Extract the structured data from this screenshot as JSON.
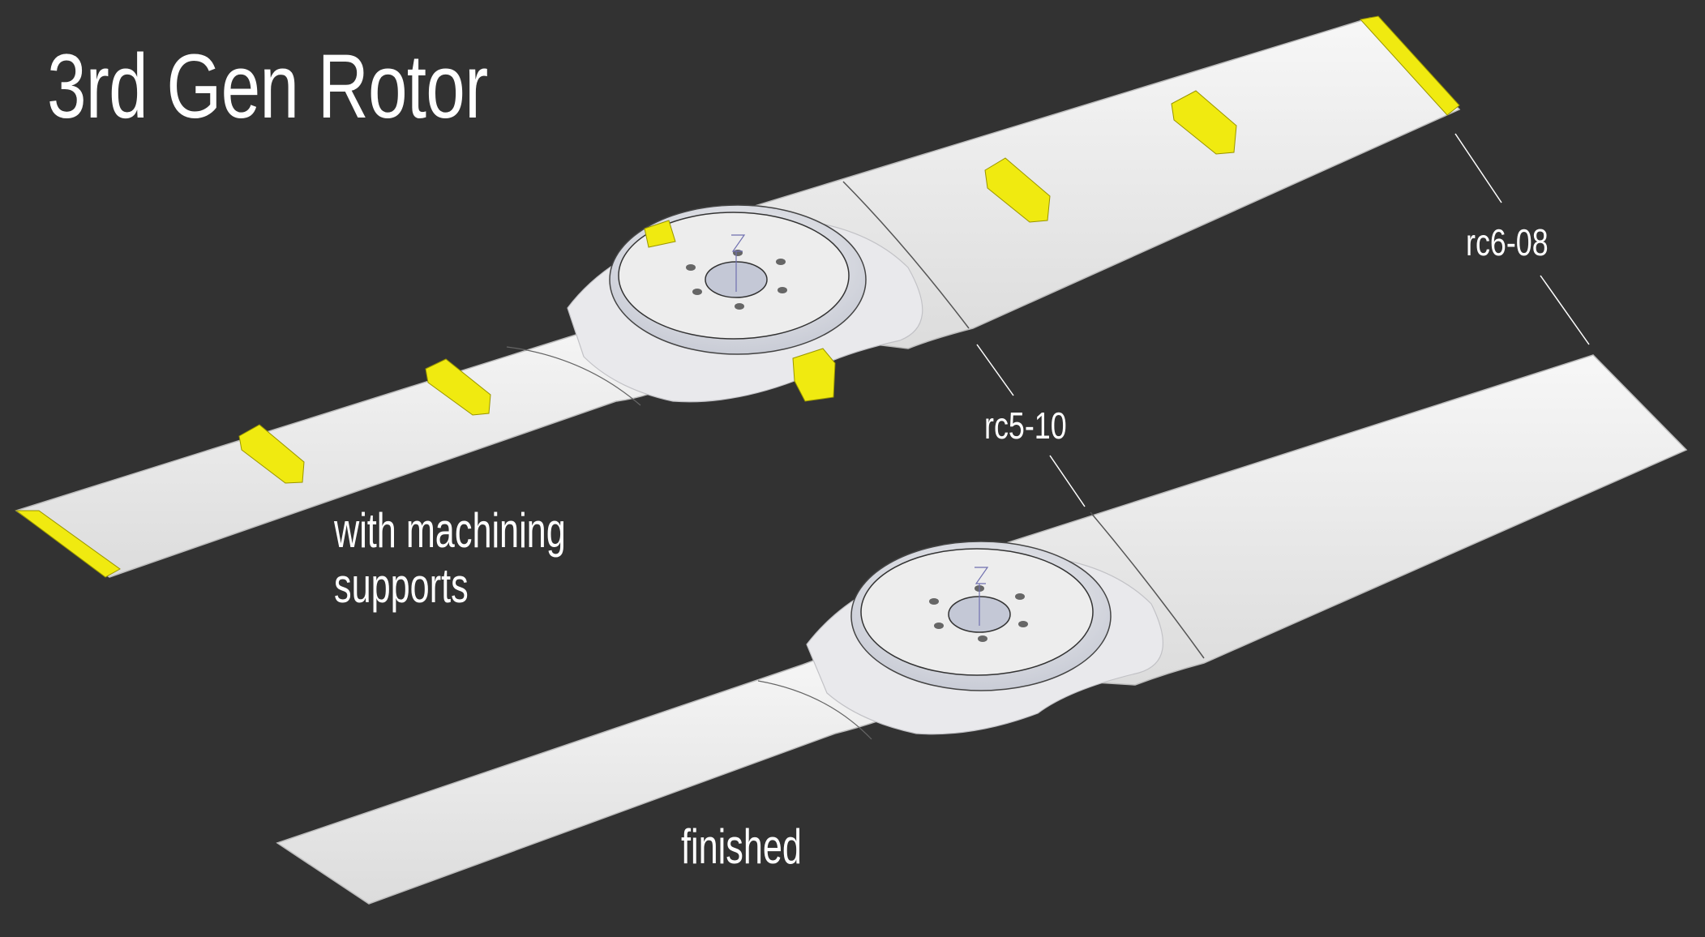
{
  "title": "3rd Gen Rotor",
  "labels": {
    "with_supports_line1": "with machining",
    "with_supports_line2": "supports",
    "finished": "finished",
    "section_inner": "rc5-10",
    "section_outer": "rc6-08"
  },
  "colors": {
    "background": "#323232",
    "blade": "#ececec",
    "support": "#f0ea10",
    "text": "#ffffff"
  }
}
